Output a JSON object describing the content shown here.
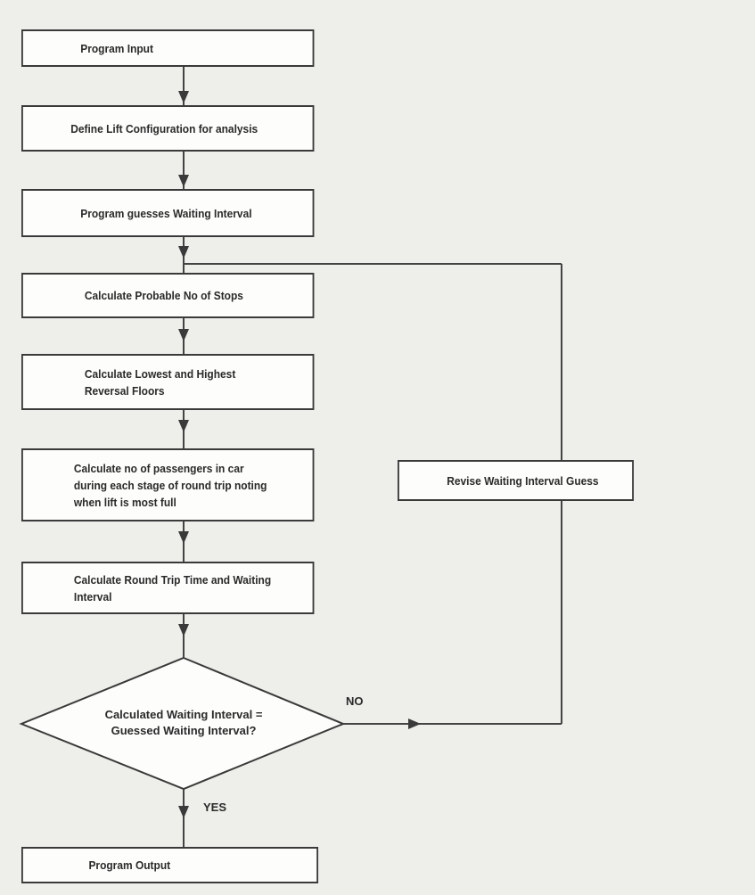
{
  "flowchart": {
    "program_input": "Program Input",
    "define_config": "Define Lift Configuration for analysis",
    "guess_interval": "Program guesses Waiting Interval",
    "calc_stops": "Calculate Probable No of Stops",
    "calc_reversal": [
      "Calculate Lowest and Highest",
      "Reversal Floors"
    ],
    "calc_passengers": [
      "Calculate no of passengers in car",
      "during each stage of round trip noting",
      "when lift is most full"
    ],
    "calc_rtt": [
      "Calculate Round Trip Time and Waiting",
      "Interval"
    ],
    "decision": [
      "Calculated Waiting Interval =",
      "Guessed Waiting Interval?"
    ],
    "no_label": "NO",
    "yes_label": "YES",
    "revise": "Revise Waiting Interval Guess",
    "program_output": "Program Output"
  }
}
